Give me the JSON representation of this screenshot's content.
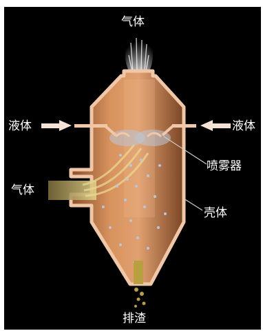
{
  "labels": {
    "gas_out": "气体",
    "liquid_left": "液体",
    "liquid_right": "液体",
    "sprayer": "喷雾器",
    "gas_in": "气体",
    "shell": "壳体",
    "slag": "排渣"
  },
  "colors": {
    "background": "#000000",
    "shell_outline": "#f0c8a8",
    "vessel_body": "#c98352",
    "spray": "#b9c7d8",
    "gas_stream": "#d8c07a",
    "slag": "#b8a040",
    "arrow": "#f3e3d6"
  },
  "icons": {
    "arrow_left": "right-arrow-icon",
    "arrow_right": "left-arrow-icon"
  }
}
